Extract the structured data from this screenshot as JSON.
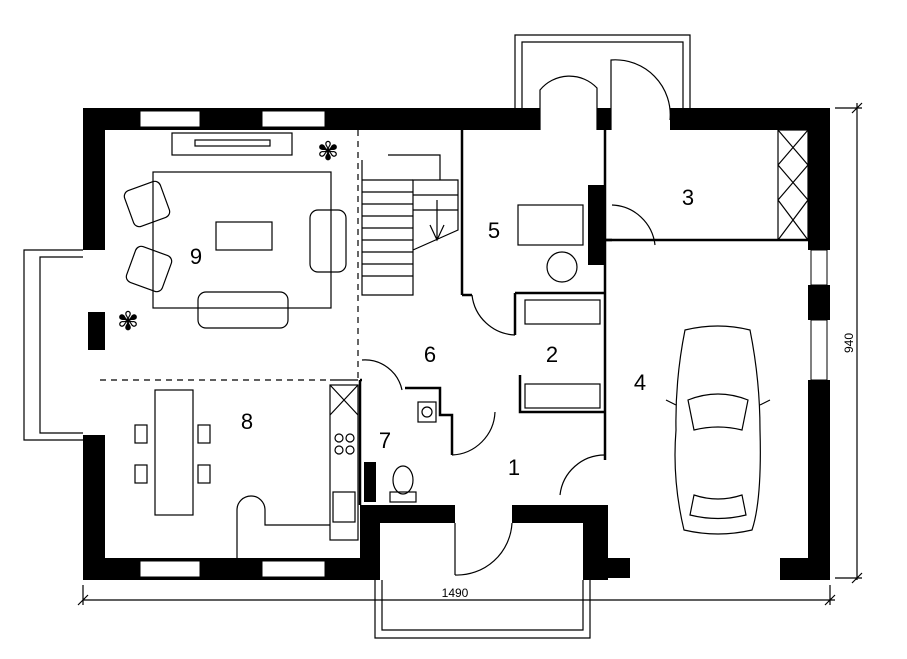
{
  "rooms": [
    {
      "number": "1"
    },
    {
      "number": "2"
    },
    {
      "number": "3"
    },
    {
      "number": "4"
    },
    {
      "number": "5"
    },
    {
      "number": "6"
    },
    {
      "number": "7"
    },
    {
      "number": "8"
    },
    {
      "number": "9"
    }
  ],
  "dimensions": {
    "width": "1490",
    "height": "940"
  }
}
